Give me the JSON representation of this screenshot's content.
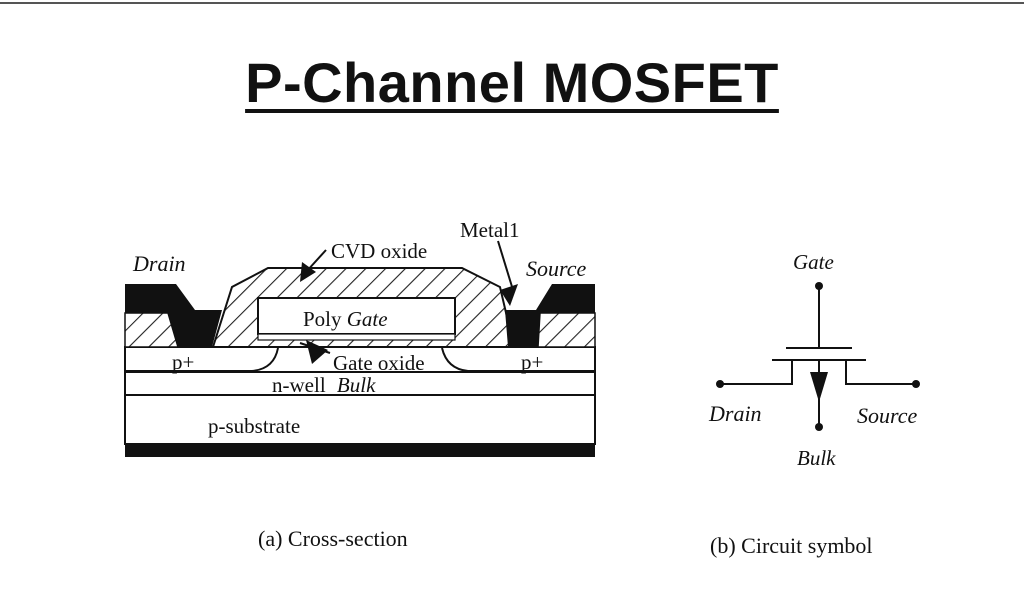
{
  "title": "P-Channel MOSFET",
  "cross_section": {
    "drain": "Drain",
    "source": "Source",
    "cvd_oxide": "CVD oxide",
    "metal": "Metal1",
    "poly": "Poly",
    "gate": "Gate",
    "p_plus_left": "p+",
    "p_plus_right": "p+",
    "gate_oxide": "Gate oxide",
    "nwell": "n-well",
    "bulk": "Bulk",
    "substrate": "p-substrate",
    "caption": "(a) Cross-section"
  },
  "symbol": {
    "gate": "Gate",
    "drain": "Drain",
    "source": "Source",
    "bulk": "Bulk",
    "caption": "(b) Circuit symbol"
  }
}
